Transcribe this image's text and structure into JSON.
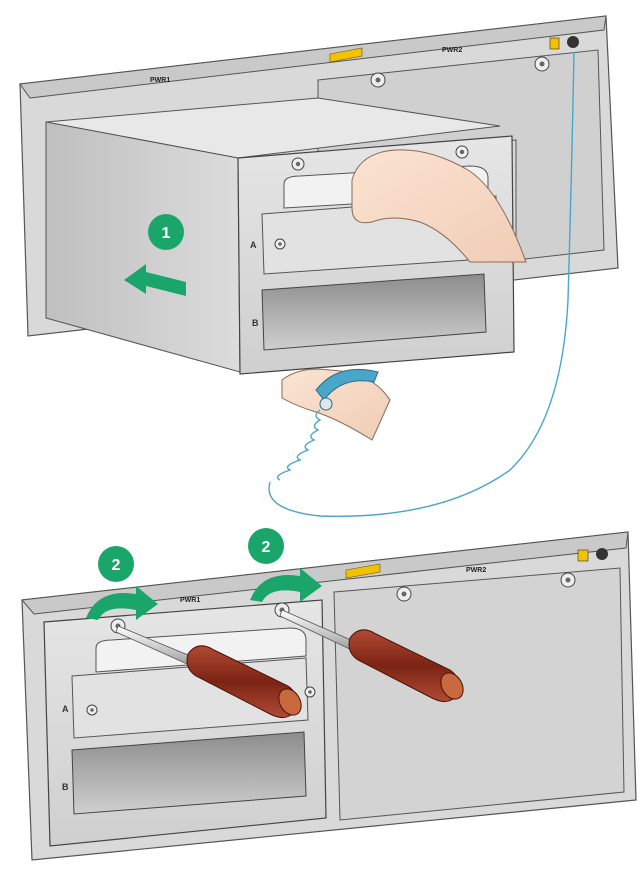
{
  "top_view": {
    "pwr1_label": "PWR1",
    "pwr2_label": "PWR2",
    "slot_a_label": "A",
    "slot_b_label": "B",
    "step_number": "1"
  },
  "bottom_view": {
    "pwr1_label": "PWR1",
    "pwr2_label": "PWR2",
    "slot_a_label": "A",
    "slot_b_label": "B",
    "step_number_left": "2",
    "step_number_right": "2"
  },
  "colors": {
    "step_badge": "#1aa56b",
    "arrow": "#1aa56b",
    "esd_cable": "#4aa6c8",
    "screwdriver_handle": "#8e2b1a",
    "warning_label": "#f2c200"
  }
}
